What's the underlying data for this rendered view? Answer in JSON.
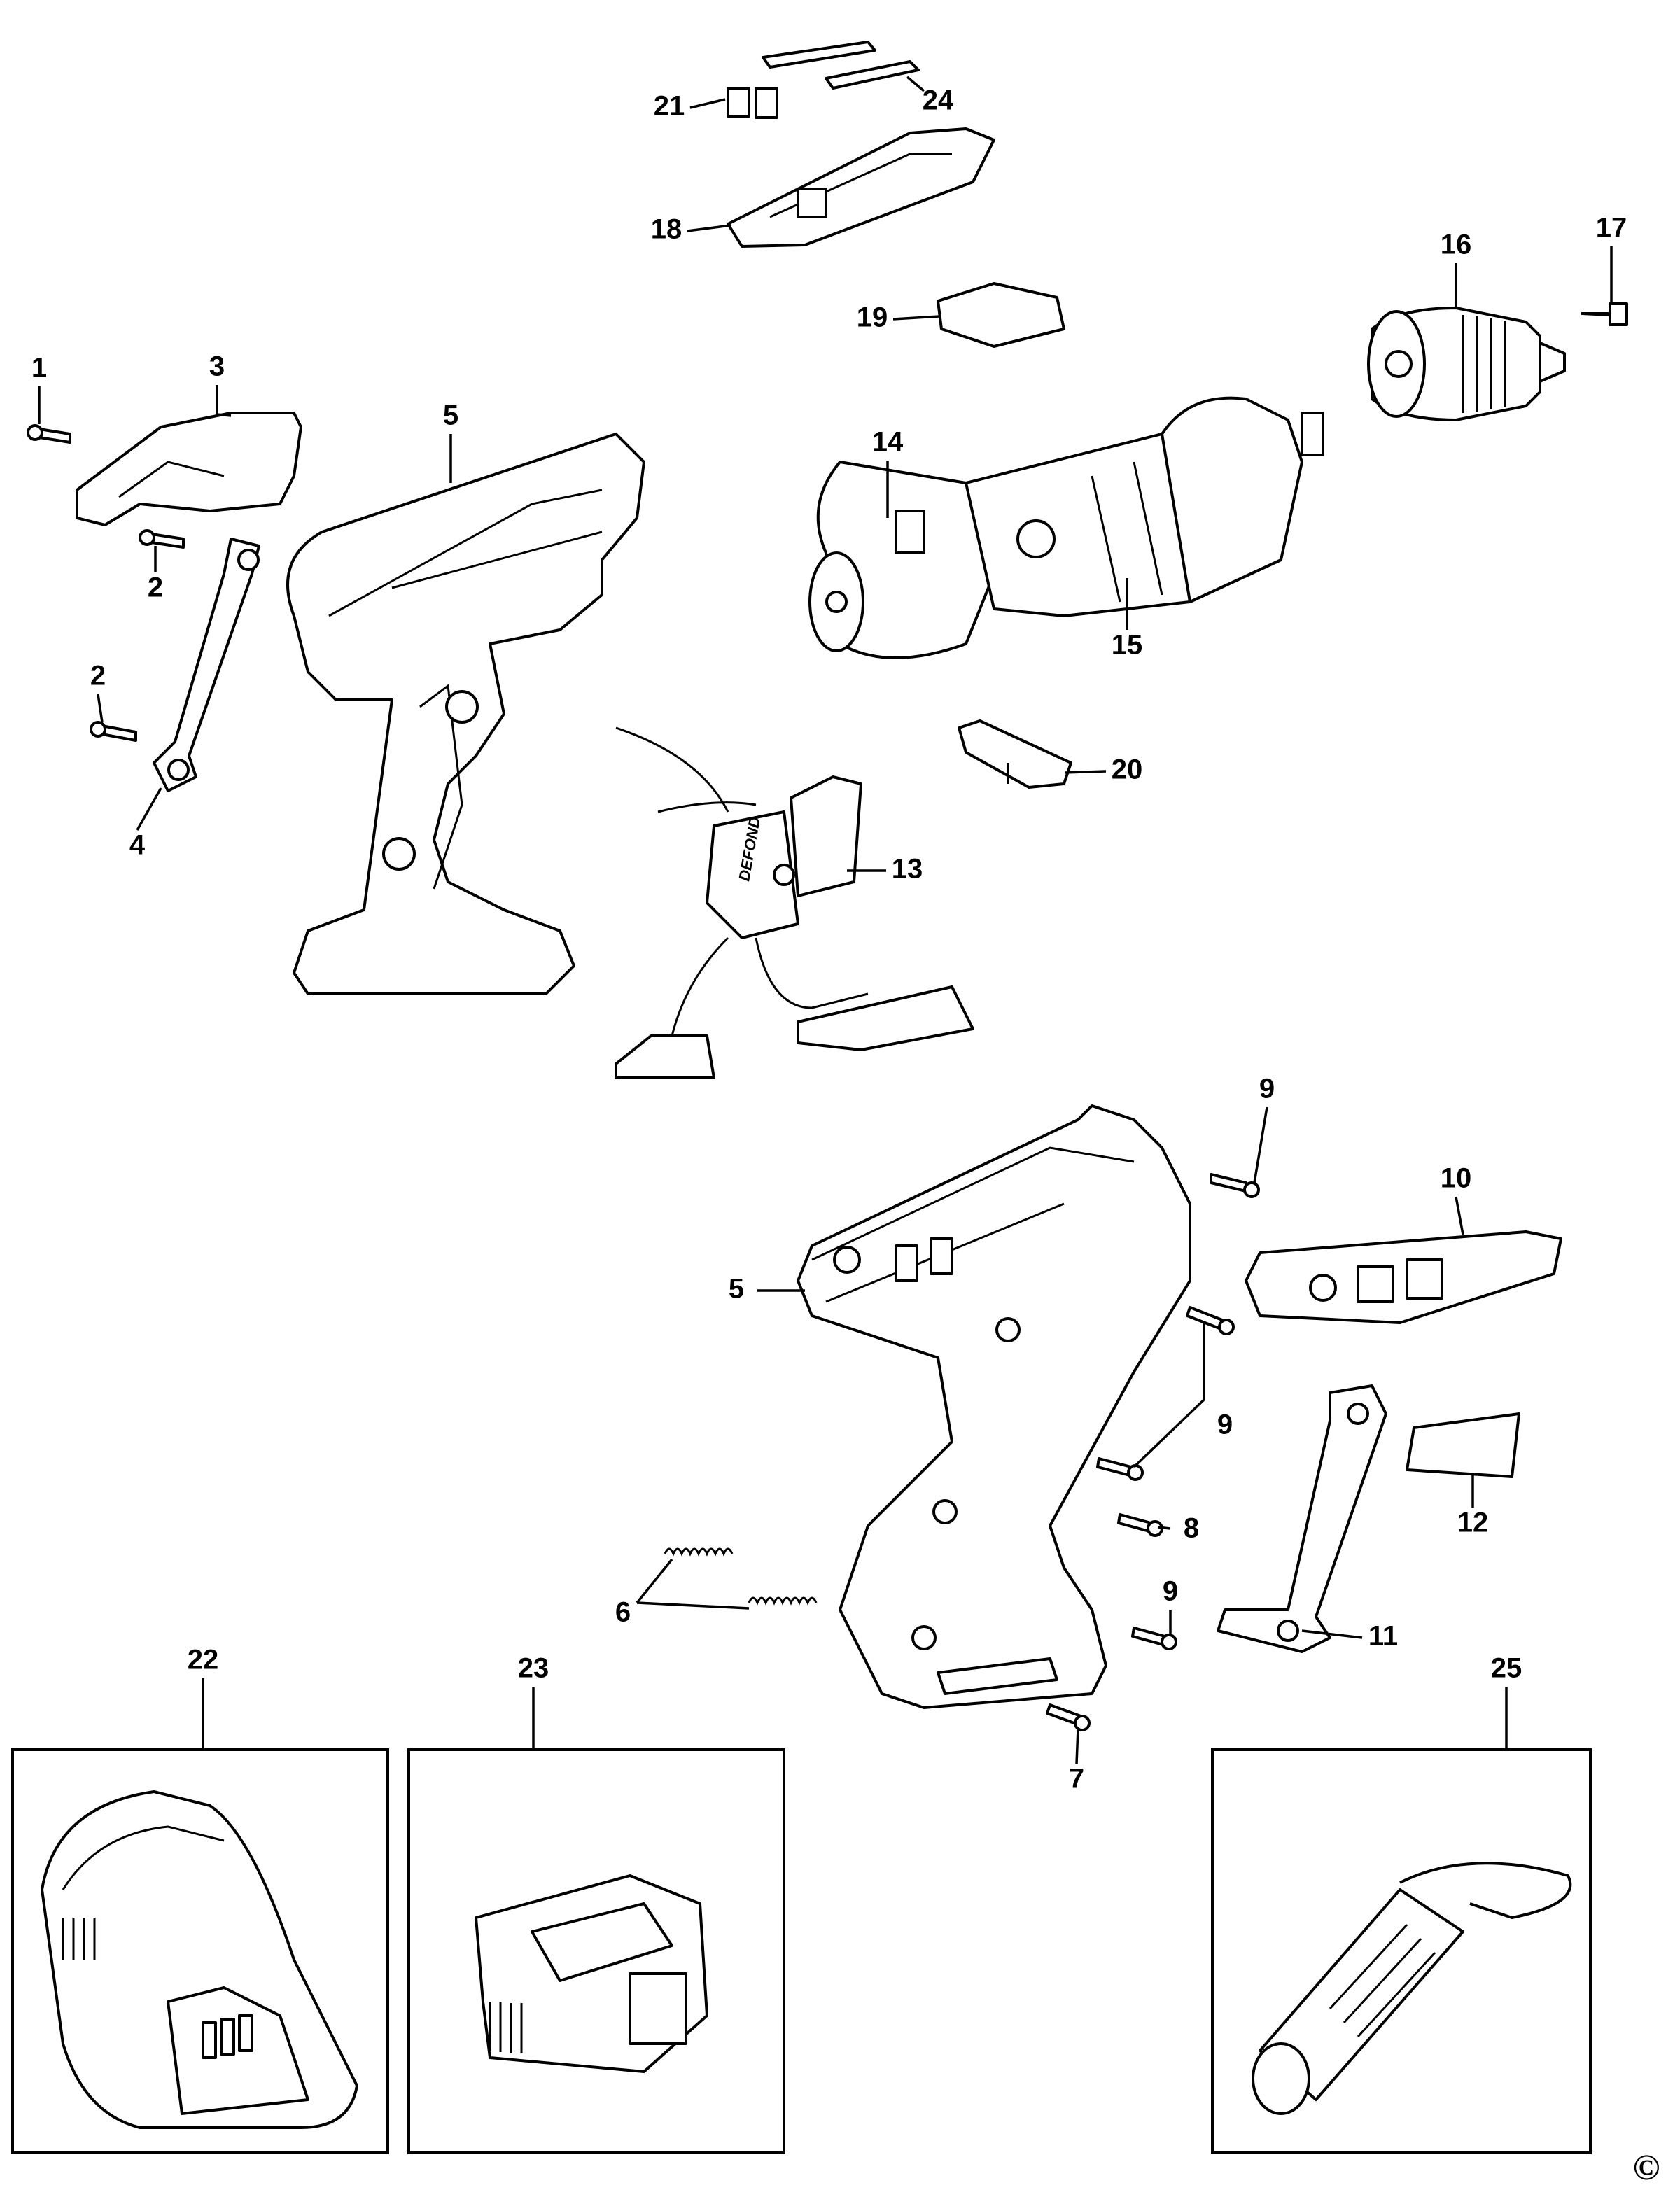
{
  "diagram": {
    "type": "exploded-parts-diagram",
    "part_labels": [
      "21",
      "24",
      "18",
      "19",
      "17",
      "16",
      "1",
      "3",
      "5",
      "14",
      "2",
      "15",
      "2",
      "20",
      "4",
      "13",
      "9",
      "10",
      "5",
      "9",
      "8",
      "12",
      "6",
      "9",
      "11",
      "7",
      "22",
      "23",
      "25"
    ],
    "switch_brand": "DEFOND",
    "copyright": "©"
  }
}
